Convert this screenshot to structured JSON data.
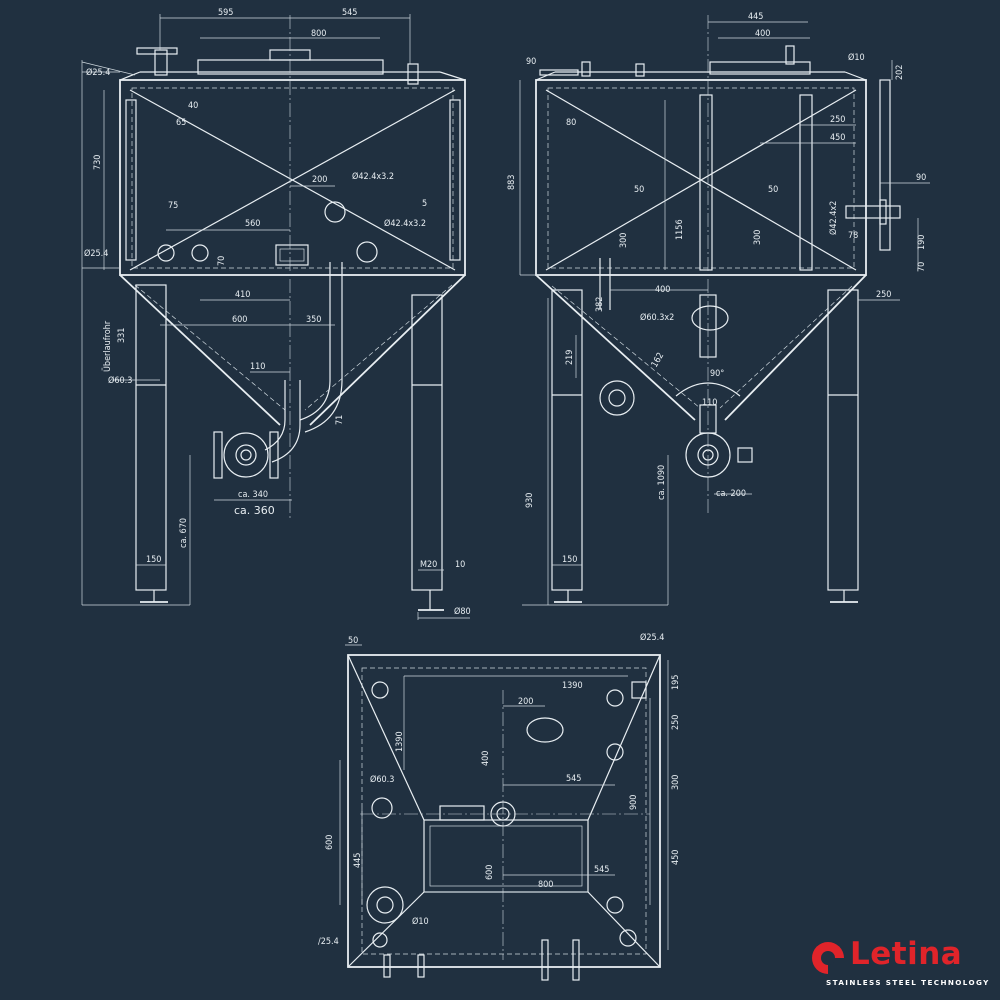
{
  "brand": {
    "name": "Letina",
    "tagline": "STAINLESS STEEL TECHNOLOGY",
    "accent_color": "#e0242a",
    "background_color": "#203040",
    "line_color": "#e8eef2"
  },
  "front_view": {
    "dims": {
      "top_left": "595",
      "top_right": "545",
      "lid": "800",
      "pipe_dia": "Ø25.4",
      "d65": "65",
      "d40": "40",
      "h730": "730",
      "d200": "200",
      "nozzle1": "Ø42.4x3.2",
      "d75": "75",
      "d5": "5",
      "d560": "560",
      "nozzle2": "Ø42.4x3.2",
      "pipe_dia2": "Ø25.4",
      "d70": "70",
      "d410": "410",
      "d600": "600",
      "d350": "350",
      "overflow": "Überlaufrohr",
      "h331": "331",
      "pipe60": "Ø60.3",
      "d110": "110",
      "d71": "71",
      "ca340": "ca. 340",
      "ca360": "ca. 360",
      "ca670": "ca. 670",
      "d150": "150",
      "m20": "M20",
      "d10": "10",
      "d80": "Ø80"
    }
  },
  "side_view": {
    "dims": {
      "d445": "445",
      "d400": "400",
      "d90": "90",
      "d10": "Ø10",
      "d202": "202",
      "d80": "80",
      "d250": "250",
      "d450": "450",
      "h883": "883",
      "d50a": "50",
      "d50b": "50",
      "d90r": "90",
      "d300a": "300",
      "h1156": "1156",
      "d300b": "300",
      "nozzle": "Ø42.4x2",
      "d78": "78",
      "d190": "190",
      "d70": "70",
      "d400b": "400",
      "d250b": "250",
      "d382": "382",
      "pipe": "Ø60.3x2",
      "d219": "219",
      "d162": "162",
      "angle": "90°",
      "d110": "110",
      "h930": "930",
      "ca1090": "ca. 1090",
      "ca200": "ca. 200",
      "d150": "150"
    }
  },
  "top_view": {
    "dims": {
      "d50": "50",
      "d25": "Ø25.4",
      "d1390": "1390",
      "d195": "195",
      "d1390v": "1390",
      "d200": "200",
      "d250": "250",
      "d400": "400",
      "d545": "545",
      "d300": "300",
      "pipe60": "Ø60.3",
      "d900": "900",
      "d600": "600",
      "d445": "445",
      "d545b": "545",
      "d450": "450",
      "d600b": "600",
      "d800": "800",
      "d10": "Ø10",
      "d25b": "/25.4"
    }
  }
}
